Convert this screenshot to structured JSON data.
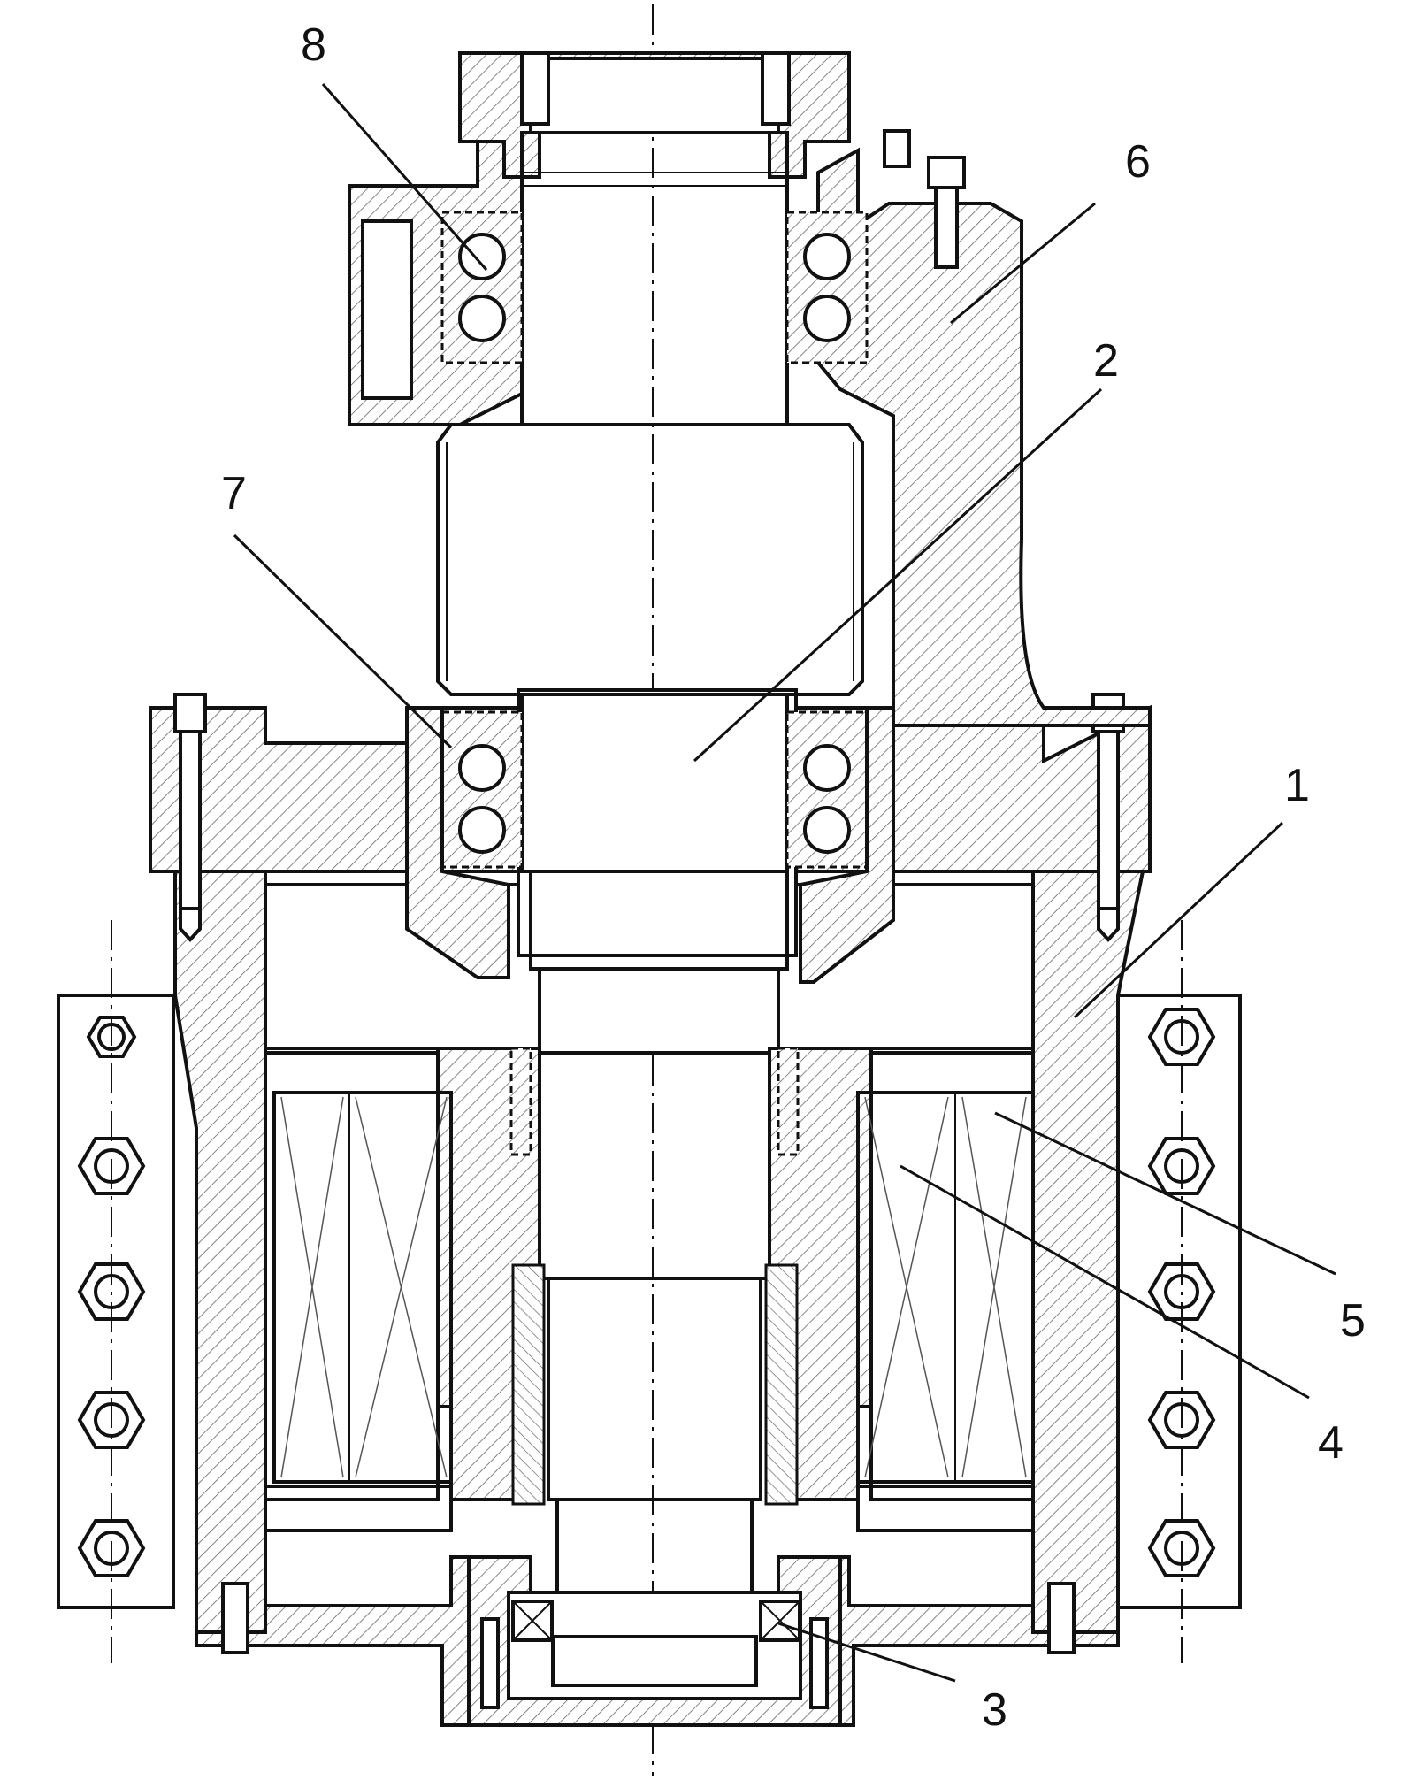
{
  "figure": {
    "part_labels": [
      "1",
      "2",
      "3",
      "4",
      "5",
      "6",
      "7",
      "8"
    ]
  }
}
